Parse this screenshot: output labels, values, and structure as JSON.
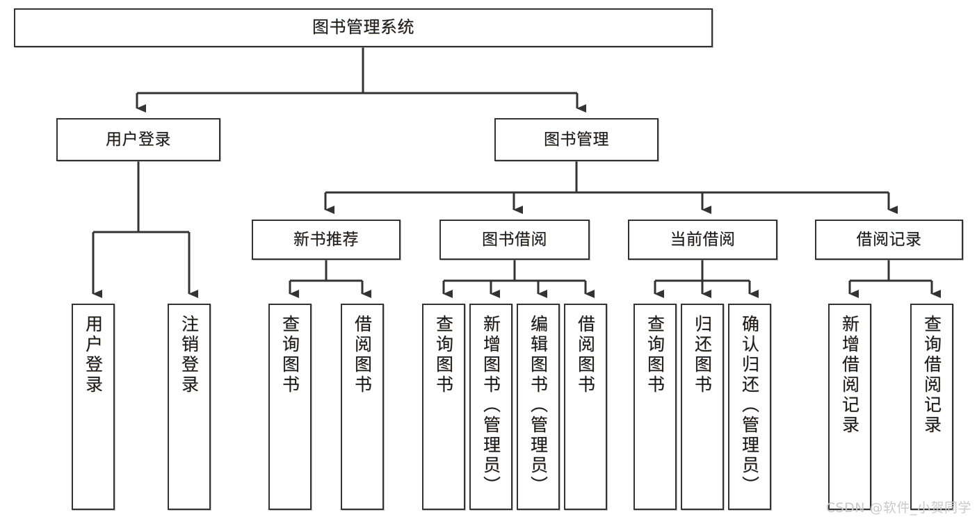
{
  "diagram": {
    "type": "tree-hierarchy",
    "root": {
      "label": "图书管理系统"
    },
    "level1": [
      {
        "label": "用户登录"
      },
      {
        "label": "图书管理"
      }
    ],
    "level2": [
      {
        "label": "新书推荐"
      },
      {
        "label": "图书借阅"
      },
      {
        "label": "当前借阅"
      },
      {
        "label": "借阅记录"
      }
    ],
    "leaves": [
      {
        "label": "用户登录"
      },
      {
        "label": "注销登录"
      },
      {
        "label": "查询图书"
      },
      {
        "label": "借阅图书"
      },
      {
        "label": "查询图书"
      },
      {
        "label": "新增图书（管理员）"
      },
      {
        "label": "编辑图书（管理员）"
      },
      {
        "label": "借阅图书"
      },
      {
        "label": "查询图书"
      },
      {
        "label": "归还图书"
      },
      {
        "label": "确认归还（管理员）"
      },
      {
        "label": "新增借阅记录"
      },
      {
        "label": "查询借阅记录"
      }
    ]
  },
  "watermark": {
    "text": "CSDN @软件_小贺同学"
  },
  "colors": {
    "background": "#ffffff",
    "border": "#333333",
    "text": "#1a1a1a",
    "connector": "#333333",
    "watermark": "#c9c9c9"
  }
}
